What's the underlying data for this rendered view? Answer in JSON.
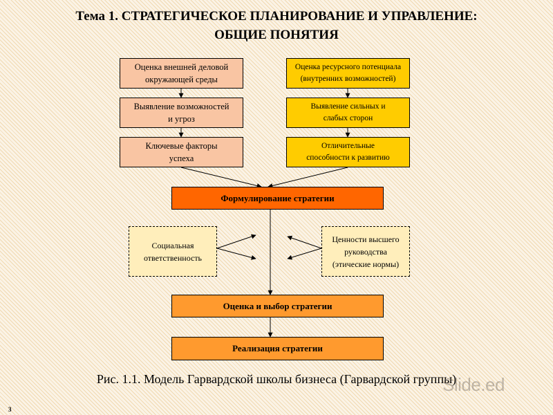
{
  "title": "Тема 1. СТРАТЕГИЧЕСКОЕ ПЛАНИРОВАНИЕ И УПРАВЛЕНИЕ:\nОБЩИЕ ПОНЯТИЯ",
  "left_column": {
    "box1": "Оценка внешней деловой\nокружающей среды",
    "box2": "Выявление возможностей\nи угроз",
    "box3": "Ключевые факторы\nуспеха"
  },
  "right_column": {
    "box1": "Оценка ресурсного потенциала\n(внутренних возможностей)",
    "box2": "Выявление сильных и\nслабых сторон",
    "box3": "Отличительные\nспособности к развитию"
  },
  "center": {
    "formulation": "Формулирование стратегии",
    "evaluation": "Оценка и выбор стратегии",
    "implementation": "Реализация стратегии"
  },
  "side_influences": {
    "social": "Социальная\nответственность",
    "values": "Ценности высшего\nруководства\n(этические нормы)"
  },
  "caption": "Рис. 1.1. Модель Гарвардской школы бизнеса (Гарвардской группы)",
  "page_number": "3",
  "watermark": "Slide.ed",
  "colors": {
    "pink_box": "#f9c5a3",
    "yellow_box": "#ffcc00",
    "orange_box": "#ff6600",
    "light_orange_box": "#ff9a2e",
    "dashed_box": "#ffeebb"
  }
}
